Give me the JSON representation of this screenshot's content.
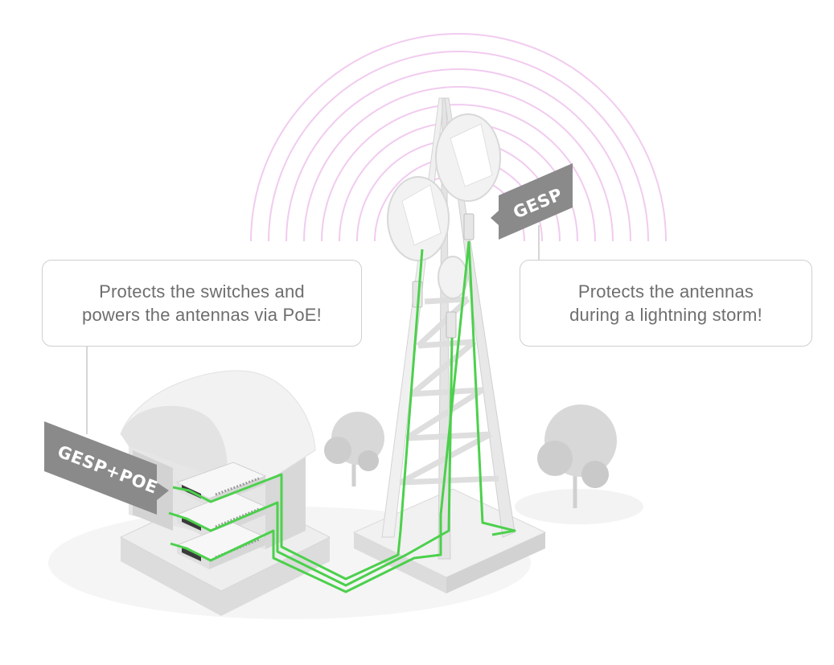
{
  "callouts": {
    "left": {
      "line1": "Protects the switches and",
      "line2": "powers the antennas via PoE!"
    },
    "right": {
      "line1": "Protects the antennas",
      "line2": "during a lightning storm!"
    }
  },
  "tags": {
    "poe": "GESP+POE",
    "antenna": "GESP"
  },
  "colors": {
    "cable": "#4cd04c",
    "signal": "#f0c6ee",
    "tag": "#8a8a8a",
    "structure": "#e9e9e9",
    "outline": "#cfcfcf"
  }
}
